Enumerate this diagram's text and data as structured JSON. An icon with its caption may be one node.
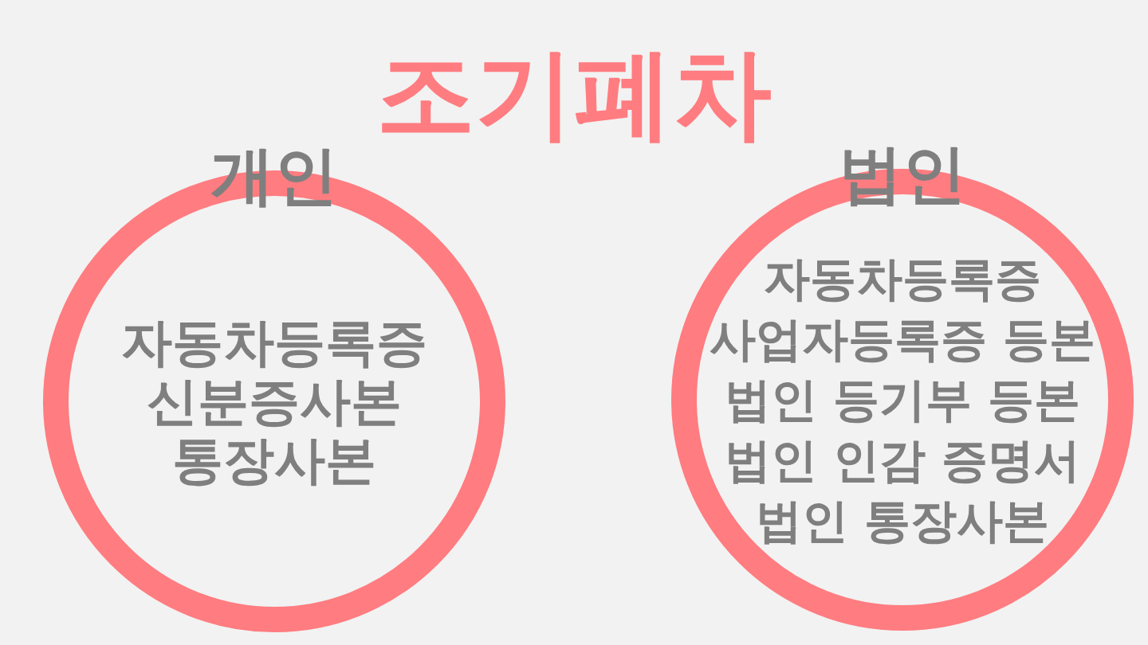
{
  "diagram": {
    "title": "조기폐차",
    "nodes": [
      {
        "text": [
          "개인",
          "자동차등록증",
          "신분증사본",
          "통장사본"
        ]
      },
      {
        "text": [
          "법인",
          "자동차등록증",
          "사업자등록증 등본",
          "법인 등기부 등본",
          "법인 인감 증명서",
          "법인 통장사본"
        ]
      }
    ]
  }
}
